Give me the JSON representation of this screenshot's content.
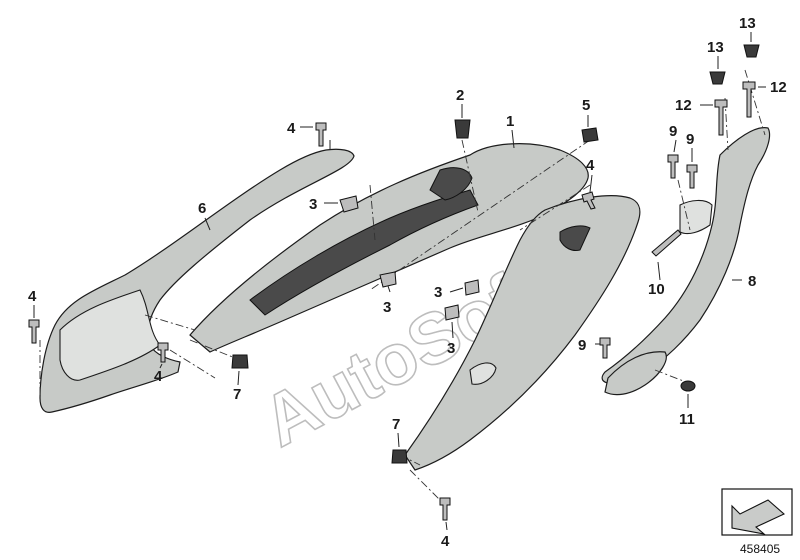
{
  "callouts": {
    "c1": "1",
    "c2": "2",
    "c3a": "3",
    "c3b": "3",
    "c3c": "3",
    "c3d": "3",
    "c4a": "4",
    "c4b": "4",
    "c4c": "4",
    "c4d": "4",
    "c4e": "4",
    "c5": "5",
    "c6": "6",
    "c7a": "7",
    "c7b": "7",
    "c8": "8",
    "c9a": "9",
    "c9b": "9",
    "c9c": "9",
    "c10": "10",
    "c11": "11",
    "c12a": "12",
    "c12b": "12",
    "c13a": "13",
    "c13b": "13"
  },
  "watermark": "AutoSoft",
  "diagram_number": "458405",
  "colors": {
    "part": "#c7cac7",
    "part_dark": "#4a4a4a",
    "outline": "#1c1c1c",
    "watermark": "#bdbdbd"
  }
}
